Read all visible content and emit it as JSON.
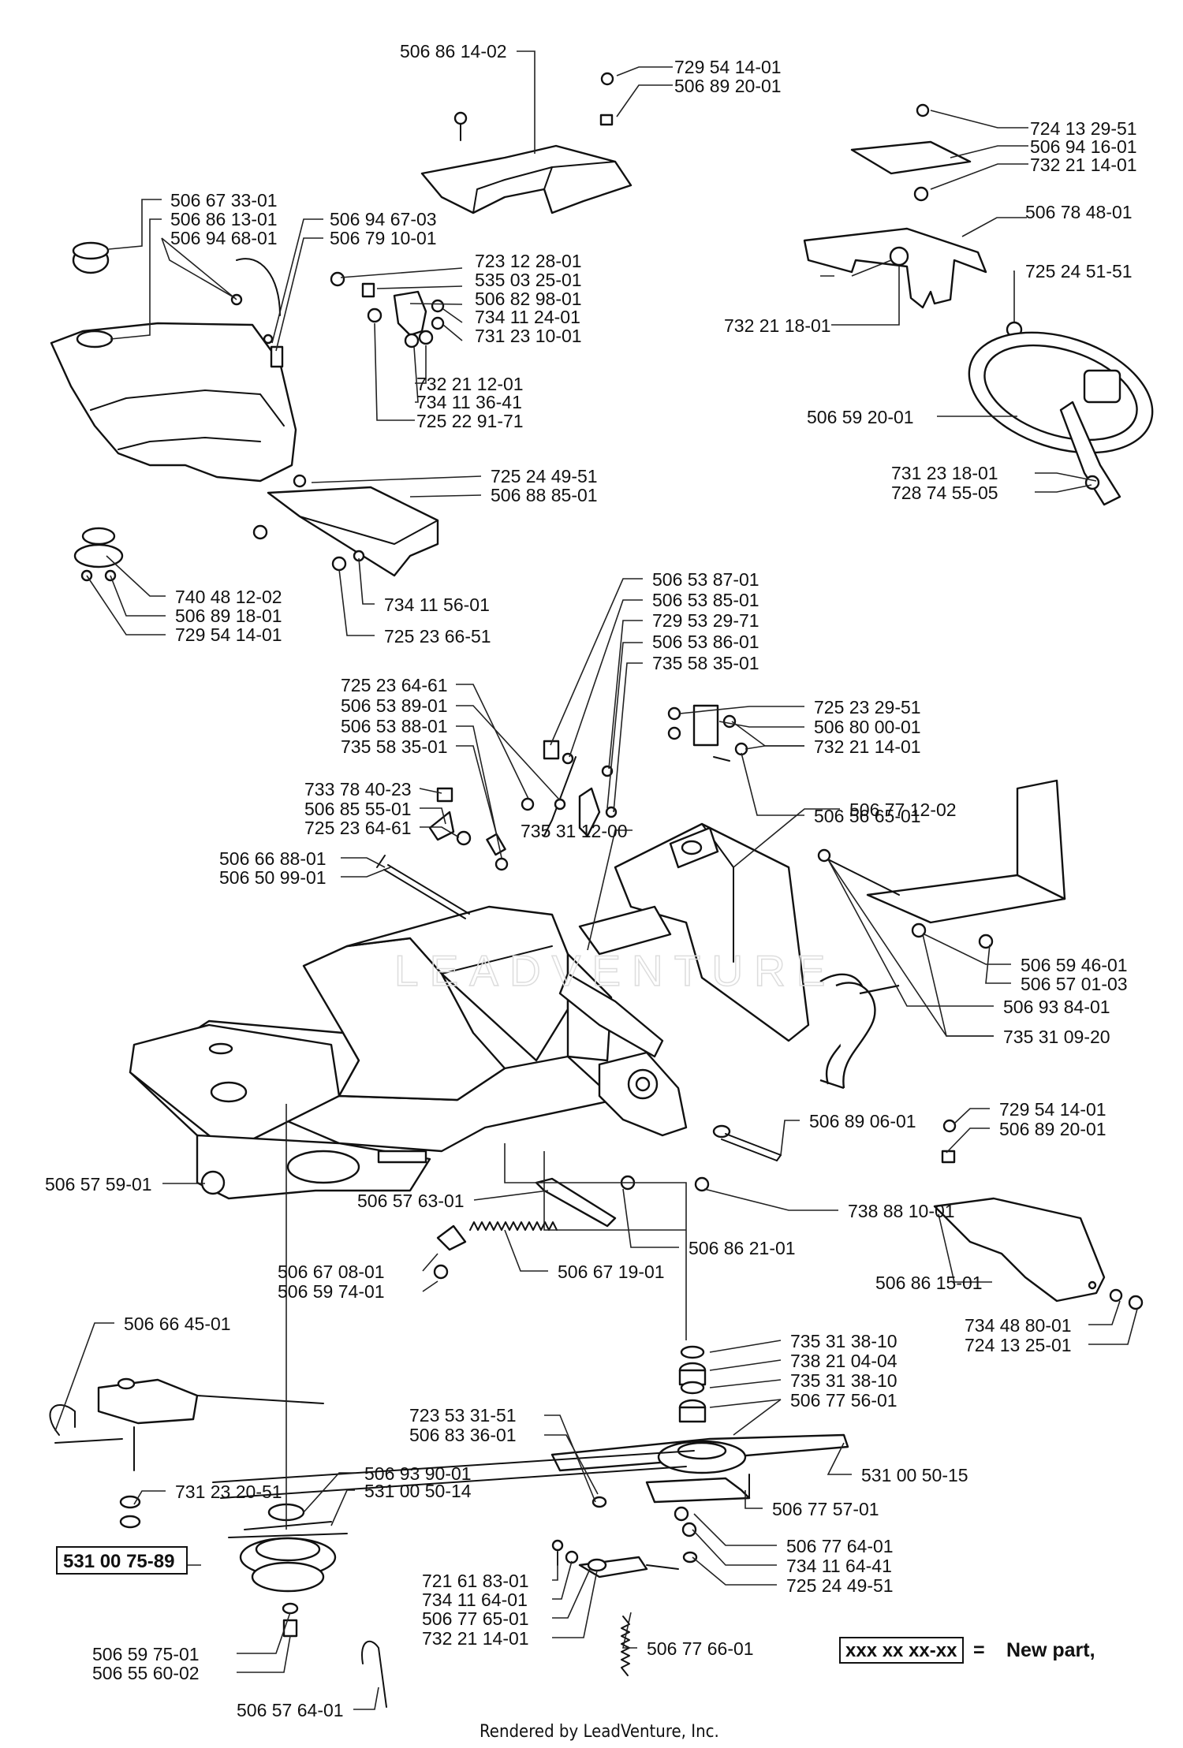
{
  "labels": [
    "506 86 14-02",
    "729 54 14-01",
    "506 89 20-01",
    "724 13 29-51",
    "506 94 16-01",
    "732 21 14-01",
    "506 67 33-01",
    "506 86 13-01",
    "506 94 68-01",
    "506 94 67-03",
    "506 79 10-01",
    "723 12 28-01",
    "535 03 25-01",
    "506 82 98-01",
    "734 11 24-01",
    "731 23 10-01",
    "732 21 12-01",
    "734 11 36-41",
    "725 22 91-71",
    "506 78 48-01",
    "732 21 18-01",
    "725 24 51-51",
    "506 59 20-01",
    "731 23 18-01",
    "728 74 55-05",
    "725 24 49-51",
    "506 88 85-01",
    "740 48 12-02",
    "506 89 18-01",
    "729 54 14-01",
    "734 11 56-01",
    "725 23 66-51",
    "506 53 87-01",
    "506 53 85-01",
    "729 53 29-71",
    "506 53 86-01",
    "735 58 35-01",
    "725 23 64-61",
    "506 53 89-01",
    "506 53 88-01",
    "735 58 35-01",
    "725 23 29-51",
    "506 80 00-01",
    "732 21 14-01",
    "506 56 65-01",
    "733 78 40-23",
    "506 85 55-01",
    "725 23 64-61",
    "506 77 12-02",
    "735 31 12-00",
    "506 66 88-01",
    "506 50 99-01",
    "506 59 46-01",
    "506 57 01-03",
    "506 93 84-01",
    "735 31 09-20",
    "729 54 14-01",
    "506 89 20-01",
    "506 89 06-01",
    "506 57 59-01",
    "738 88 10-01",
    "506 57 63-01",
    "506 86 21-01",
    "506 67 08-01",
    "506 59 74-01",
    "506 67 19-01",
    "506 86 15-01",
    "734 48 80-01",
    "724 13 25-01",
    "735 31 38-10",
    "738 21 04-04",
    "735 31 38-10",
    "506 77 56-01",
    "506 66 45-01",
    "723 53 31-51",
    "506 83 36-01",
    "531 00 50-15",
    "731 23 20-51",
    "506 93 90-01",
    "531 00 50-14",
    "506 77 57-01",
    "721 61 83-01",
    "506 77 64-01",
    "734 11 64-01",
    "734 11 64-41",
    "506 77 65-01",
    "725 24 49-51",
    "506 59 75-01",
    "732 21 14-01",
    "506 77 66-01",
    "506 55 60-02",
    "506 57 64-01"
  ],
  "boxed_label": "531 00 75-89",
  "legend": {
    "example": "xxx xx xx-xx",
    "equals": "=",
    "text": "New part,"
  },
  "footer": "Rendered by LeadVenture, Inc.",
  "watermark": "LEADVENTURE"
}
